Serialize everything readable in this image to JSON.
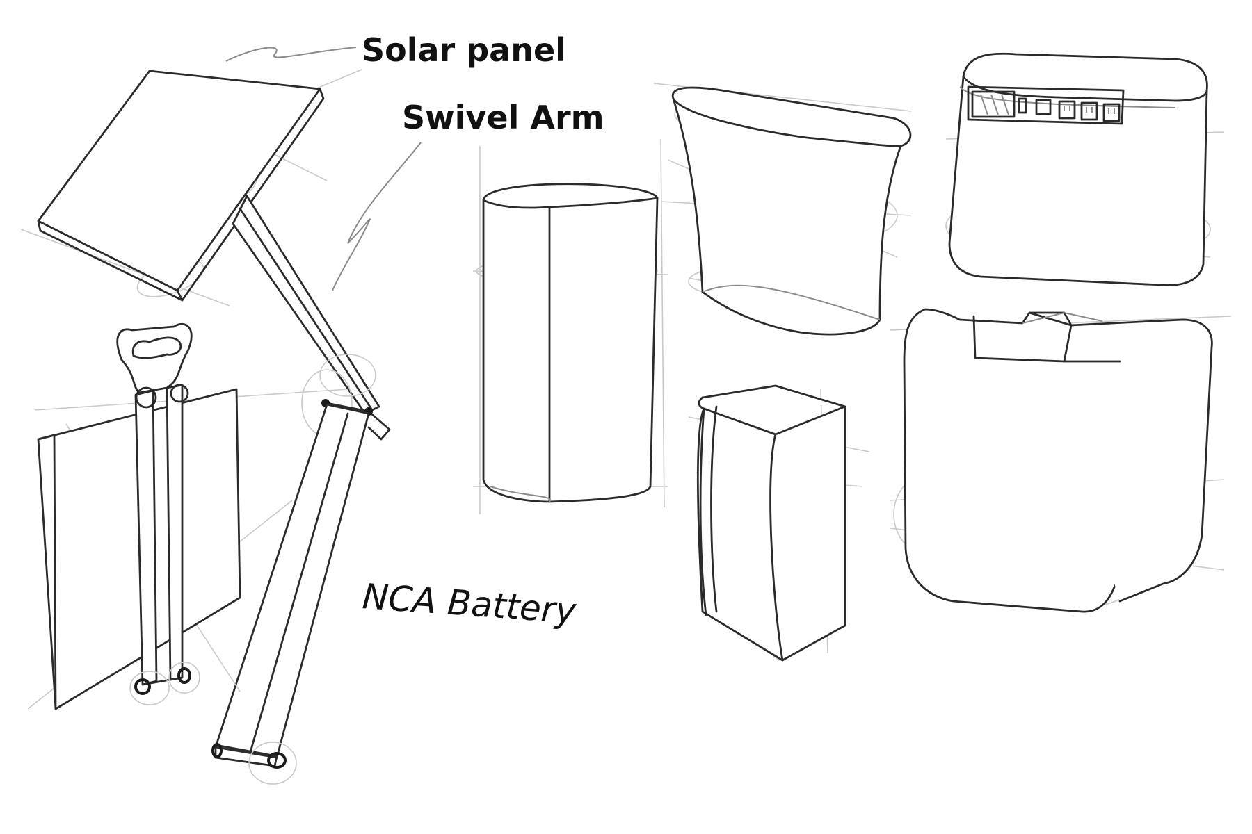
{
  "labels": {
    "solar_panel": "Solar panel",
    "swivel_arm": "Swivel Arm",
    "battery": "NCA Battery"
  },
  "colors": {
    "background": "#ffffff",
    "ink": "#2b2b2b",
    "construction": "#c9c9c9"
  }
}
